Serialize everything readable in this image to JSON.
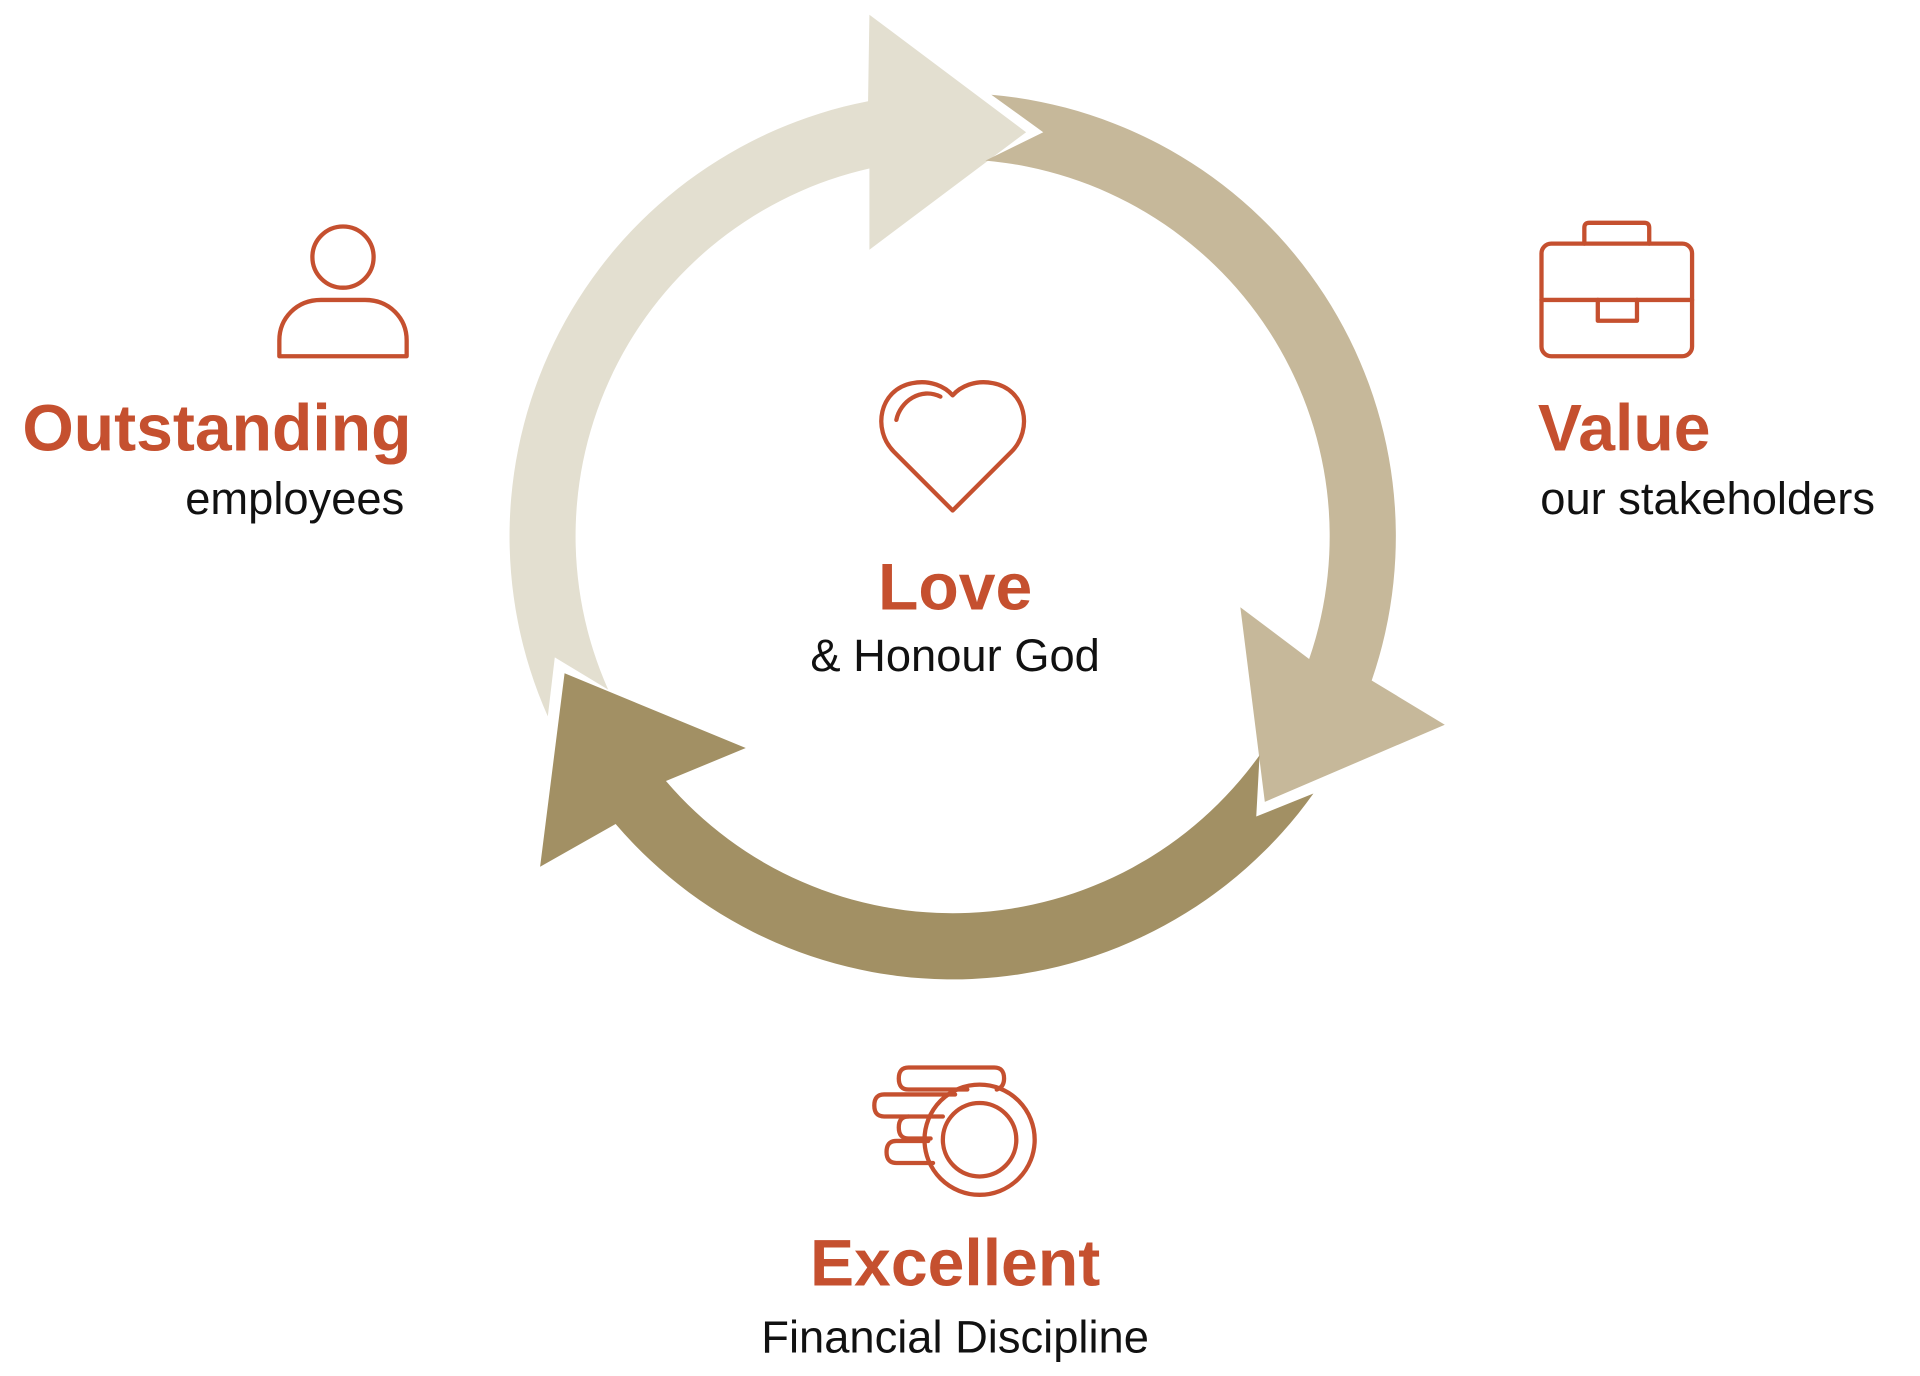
{
  "center": {
    "title": "Love",
    "subtitle": "& Honour God",
    "icon": "heart-icon"
  },
  "items": [
    {
      "title": "Outstanding",
      "subtitle": "employees",
      "icon": "person-icon"
    },
    {
      "title": "Value",
      "subtitle": "our stakeholders",
      "icon": "briefcase-icon"
    },
    {
      "title": "Excellent",
      "subtitle": "Financial Discipline",
      "icon": "coins-icon"
    }
  ],
  "colors": {
    "accent": "#C5502F",
    "arrow_light": "#E3DFD0",
    "arrow_mid": "#C6B89A",
    "arrow_dark": "#A29064",
    "text": "#111111"
  }
}
